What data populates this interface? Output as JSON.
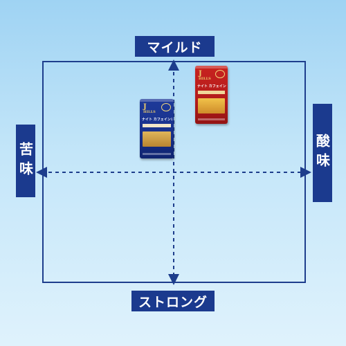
{
  "axes": {
    "top_label": "マイルド",
    "bottom_label": "ストロング",
    "left_label": "苦味",
    "right_label": "酸味"
  },
  "products": [
    {
      "id": "blue-bag",
      "brand_initial": "J",
      "brand": "HILLS",
      "name": "ナイト カフェインレス",
      "color": "#1b3a8e"
    },
    {
      "id": "red-bag",
      "brand_initial": "J",
      "brand": "HILLS",
      "name": "ナイト カフェインレス",
      "color": "#b31b1b"
    }
  ],
  "colors": {
    "accent": "#1b3a8e",
    "background_top": "#9fd3f3",
    "background_bottom": "#dff2fc"
  }
}
